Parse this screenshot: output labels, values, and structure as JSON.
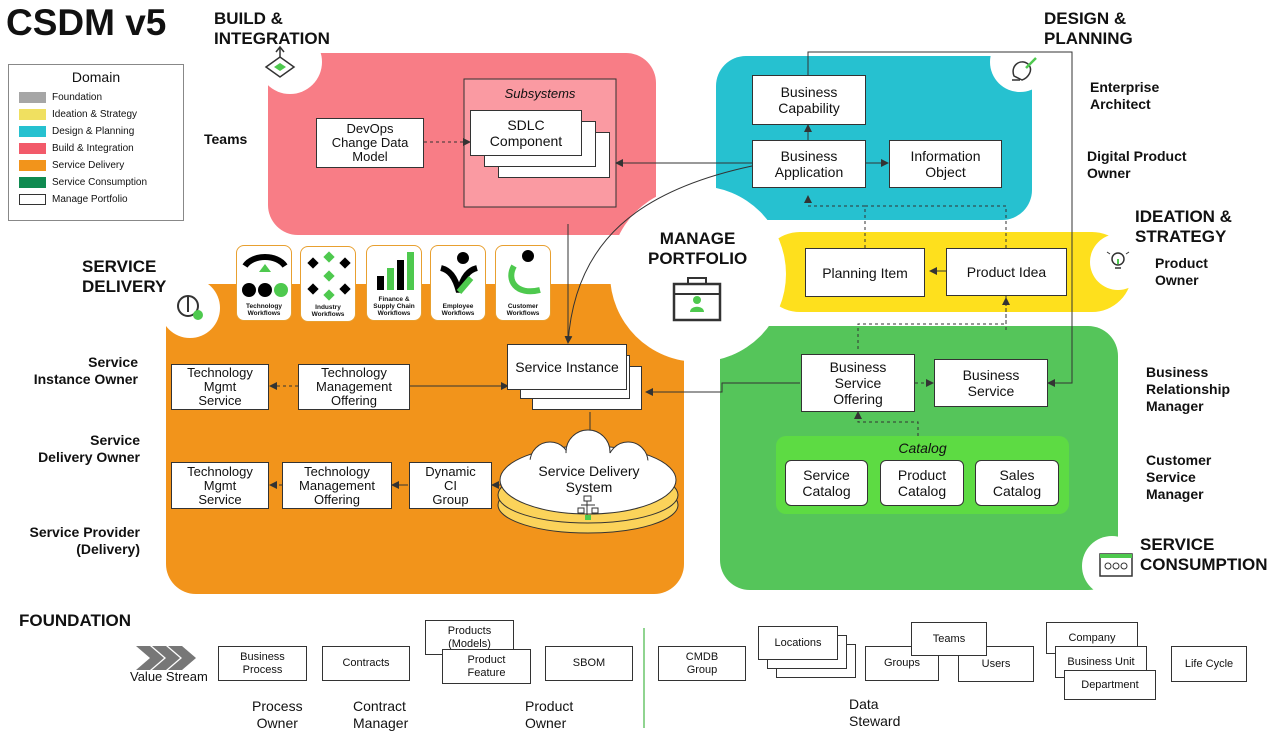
{
  "title": "CSDM v5",
  "legend": {
    "title": "Domain",
    "items": [
      {
        "label": "Foundation",
        "color": "#a6a6a6"
      },
      {
        "label": "Ideation & Strategy",
        "color": "#f0e060"
      },
      {
        "label": "Design & Planning",
        "color": "#26c1d0"
      },
      {
        "label": "Build & Integration",
        "color": "#f25a6a"
      },
      {
        "label": "Service Delivery",
        "color": "#f2941b"
      },
      {
        "label": "Service Consumption",
        "color": "#0f8a50"
      },
      {
        "label": "Manage Portfolio",
        "color": "#ffffff"
      }
    ]
  },
  "domains": {
    "build": "BUILD &\nINTEGRATION",
    "design": "DESIGN &\nPLANNING",
    "ideation": "IDEATION &\nSTRATEGY",
    "delivery": "SERVICE\nDELIVERY",
    "consumption": "SERVICE\nCONSUMPTION",
    "manage": "MANAGE\nPORTFOLIO",
    "foundation": "FOUNDATION"
  },
  "roles": {
    "teams": "Teams",
    "enterprise_architect": "Enterprise\nArchitect",
    "digital_product_owner": "Digital Product\nOwner",
    "product_owner_right": "Product\nOwner",
    "business_relationship_manager": "Business\nRelationship\nManager",
    "customer_service_manager": "Customer\nService\nManager",
    "service_instance_owner": "Service\nInstance Owner",
    "service_delivery_owner": "Service\nDelivery Owner",
    "service_provider": "Service Provider\n(Delivery)",
    "process_owner": "Process\nOwner",
    "contract_manager": "Contract\nManager",
    "product_owner_bottom": "Product\nOwner",
    "data_steward": "Data\nSteward"
  },
  "build": {
    "devops": "DevOps\nChange Data\nModel",
    "subsystems": "Subsystems",
    "sdlc": "SDLC\nComponent"
  },
  "design": {
    "business_capability": "Business\nCapability",
    "business_application": "Business\nApplication",
    "information_object": "Information\nObject"
  },
  "ideation": {
    "planning_item": "Planning Item",
    "product_idea": "Product Idea"
  },
  "delivery": {
    "workflows": [
      "Technology\nWorkflows",
      "Industry\nWorkflows",
      "Finance &\nSupply Chain\nWorkflows",
      "Employee\nWorkflows",
      "Customer\nWorkflows"
    ],
    "service_instance": "Service Instance",
    "tech_mgmt_service_1": "Technology\nMgmt\nService",
    "tech_mgmt_offering_1": "Technology\nManagement\nOffering",
    "tech_mgmt_service_2": "Technology\nMgmt\nService",
    "tech_mgmt_offering_2": "Technology\nManagement\nOffering",
    "dynamic_ci_group": "Dynamic\nCI\nGroup",
    "service_delivery_system": "Service Delivery\nSystem"
  },
  "consumption": {
    "business_service_offering": "Business\nService\nOffering",
    "business_service": "Business\nService",
    "catalog": "Catalog",
    "service_catalog": "Service\nCatalog",
    "product_catalog": "Product\nCatalog",
    "sales_catalog": "Sales\nCatalog"
  },
  "foundation": {
    "value_stream": "Value Stream",
    "business_process": "Business\nProcess",
    "contracts": "Contracts",
    "products_models": "Products\n(Models)",
    "product_feature": "Product\nFeature",
    "sbom": "SBOM",
    "cmdb_group": "CMDB\nGroup",
    "locations": "Locations",
    "teams": "Teams",
    "groups": "Groups",
    "users": "Users",
    "company": "Company",
    "business_unit": "Business Unit",
    "department": "Department",
    "life_cycle": "Life Cycle"
  }
}
